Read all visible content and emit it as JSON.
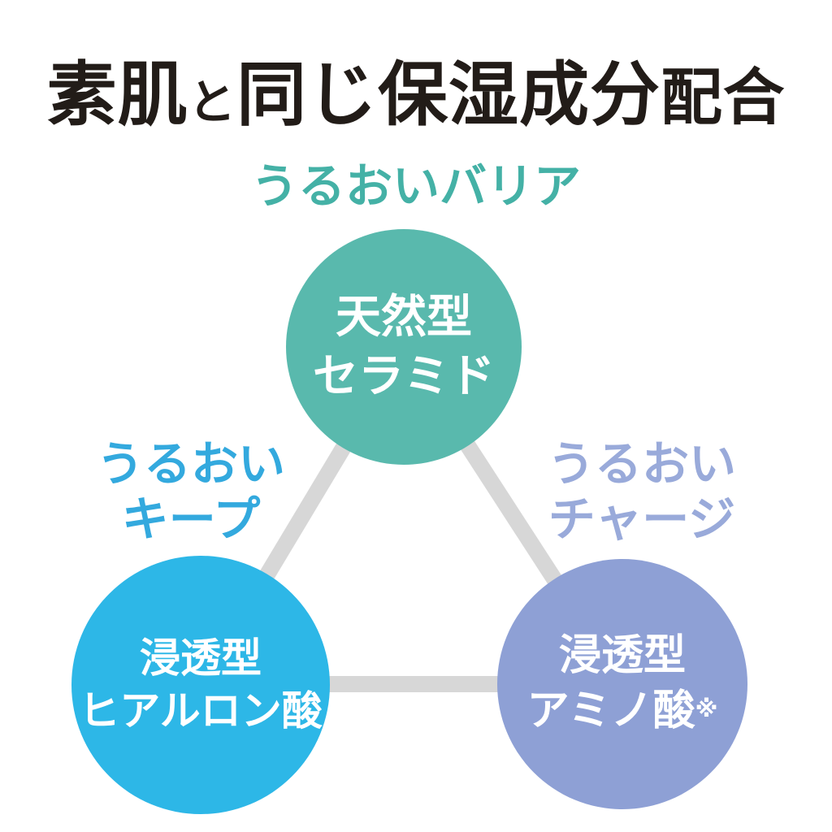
{
  "background_color": "#ffffff",
  "title": {
    "color": "#221c18",
    "full_text": "素肌と同じ保湿成分配合",
    "segments": [
      {
        "text": "素肌"
      },
      {
        "text": "と"
      },
      {
        "text": "同じ保湿成分"
      },
      {
        "text": "配合"
      }
    ]
  },
  "connector": {
    "color": "#d7d7d7",
    "width": 20
  },
  "nodes": {
    "ceramide": {
      "tagline": "うるおいバリア",
      "tagline_color": "#44b1a6",
      "line1": "天然型",
      "line2": "セラミド",
      "circle_color": "#59b9ad",
      "text_color": "#ffffff"
    },
    "hyaluronic": {
      "tagline_line1": "うるおい",
      "tagline_line2": "キープ",
      "tagline_color": "#33a9de",
      "line1": "浸透型",
      "line2": "ヒアルロン酸",
      "circle_color": "#2db7e7",
      "text_color": "#ffffff"
    },
    "amino": {
      "tagline_line1": "うるおい",
      "tagline_line2": "チャージ",
      "tagline_color": "#99aada",
      "line1": "浸透型",
      "line2": "アミノ酸",
      "suffix": "※",
      "circle_color": "#8ea0d5",
      "text_color": "#ffffff"
    }
  }
}
